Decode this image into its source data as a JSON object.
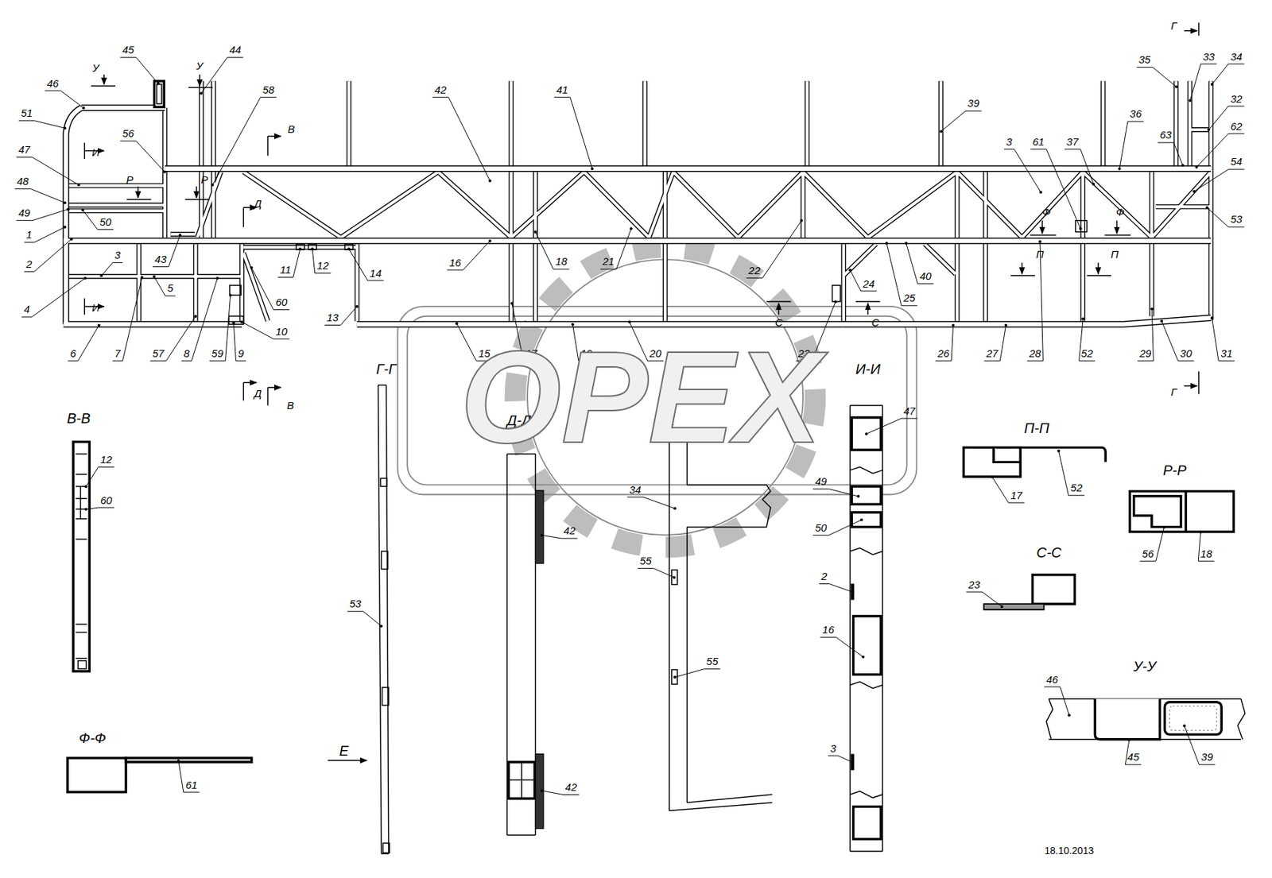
{
  "diagram": {
    "labels": [
      "45",
      "44",
      "46",
      "51",
      "47",
      "48",
      "49",
      "1",
      "2",
      "3",
      "4",
      "5",
      "6",
      "7",
      "57",
      "8",
      "59",
      "9",
      "10",
      "60",
      "58",
      "56",
      "50",
      "43",
      "11",
      "12",
      "14",
      "13",
      "42",
      "41",
      "16",
      "18",
      "21",
      "22",
      "15",
      "17",
      "19",
      "20",
      "23",
      "24",
      "25",
      "40",
      "39",
      "3",
      "61",
      "37",
      "36",
      "35",
      "33",
      "34",
      "32",
      "63",
      "62",
      "54",
      "53",
      "26",
      "27",
      "28",
      "52",
      "29",
      "30",
      "31",
      "У",
      "У",
      "В",
      "И",
      "Р",
      "Р",
      "Д",
      "И",
      "Д",
      "В",
      "С",
      "С",
      "Ф",
      "Ф",
      "П",
      "П",
      "Г",
      "Г",
      "В-В",
      "Г-Г",
      "Д-Д",
      "Е",
      "И-И",
      "П-П",
      "Р-Р",
      "С-С",
      "У-У",
      "Ф-Ф",
      "Е",
      "12",
      "60",
      "53",
      "42",
      "42",
      "34",
      "55",
      "55",
      "47",
      "49",
      "50",
      "2",
      "16",
      "3",
      "17",
      "52",
      "56",
      "18",
      "23",
      "46",
      "45",
      "39",
      "61",
      "18.10.2013",
      "OPEX"
    ]
  }
}
